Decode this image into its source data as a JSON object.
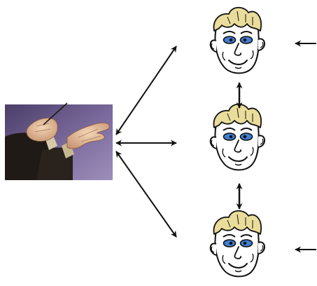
{
  "diagram": {
    "nodes": [
      {
        "id": "conductor",
        "kind": "photo-hands-conducting"
      },
      {
        "id": "face-top",
        "kind": "cartoon-face"
      },
      {
        "id": "face-middle",
        "kind": "cartoon-face"
      },
      {
        "id": "face-bottom",
        "kind": "cartoon-face"
      }
    ],
    "edges": [
      {
        "from": "conductor",
        "to": "face-top",
        "direction": "both"
      },
      {
        "from": "conductor",
        "to": "face-middle",
        "direction": "both"
      },
      {
        "from": "conductor",
        "to": "face-bottom",
        "direction": "both"
      },
      {
        "from": "face-top",
        "to": "face-middle",
        "direction": "both"
      },
      {
        "from": "face-middle",
        "to": "face-bottom",
        "direction": "both"
      },
      {
        "from": "outside",
        "to": "face-top",
        "direction": "single"
      },
      {
        "from": "outside",
        "to": "face-bottom",
        "direction": "single"
      }
    ],
    "colors": {
      "hair": "#eadc9a",
      "eyes": "#3f7fd6",
      "outline": "#111111",
      "photo_bg": "#6d5f8f"
    }
  }
}
